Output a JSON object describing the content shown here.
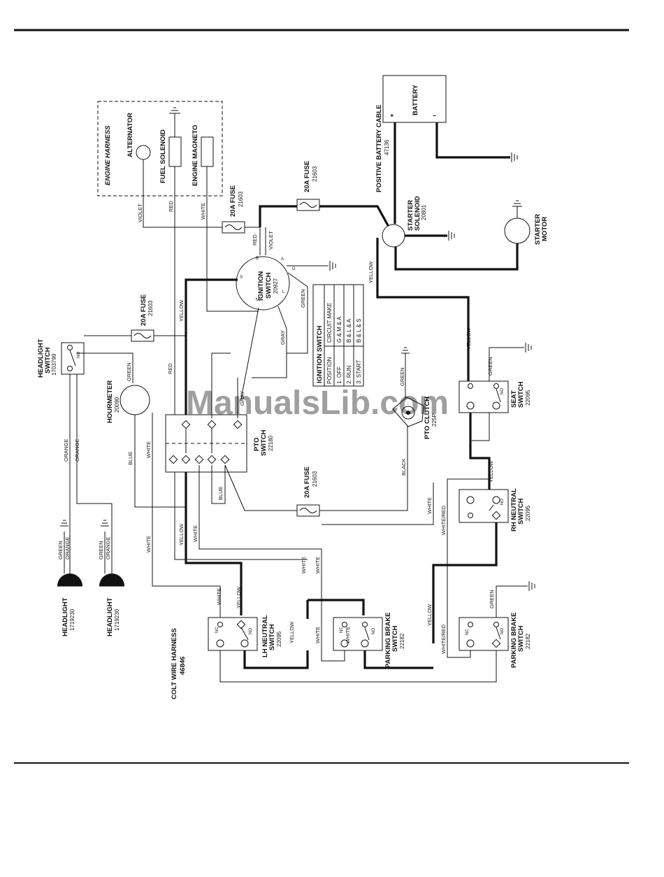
{
  "labels": {
    "engine_harness": "ENGINE HARNESS",
    "alternator": "ALTERNATOR",
    "fuel_solenoid": "FUEL SOLENOID",
    "engine_magneto": "ENGINE MAGNETO",
    "battery": "BATTERY",
    "positive_battery_cable": "POSITIVE BATTERY CABLE",
    "positive_battery_cable_num": "47136",
    "fuse": "20A FUSE",
    "fuse_num": "21603",
    "starter_solenoid": "STARTER",
    "starter_solenoid_2": "SOLENOID",
    "starter_solenoid_num": "20801",
    "starter_motor": "STARTER",
    "starter_motor_2": "MOTOR",
    "ignition_switch": "IGNITION",
    "ignition_switch_2": "SWITCH",
    "ignition_switch_num": "20927",
    "headlight_switch": "HEADLIGHT",
    "headlight_switch_2": "SWITCH",
    "headlight_switch_num": "1703799",
    "hourmeter": "HOURMETER",
    "hourmeter_num": "20090",
    "pto_switch": "PTO",
    "pto_switch_2": "SWITCH",
    "pto_switch_num": "22180",
    "pto_clutch": "PTO CLUTCH",
    "pto_clutch_num": "225P",
    "seat_switch": "SEAT",
    "seat_switch_2": "SWITCH",
    "seat_switch_num": "22095",
    "rh_neutral": "RH NEUTRAL",
    "rh_neutral_2": "SWITCH",
    "rh_neutral_num": "22095",
    "lh_neutral": "LH NEUTRAL",
    "lh_neutral_2": "SWITCH",
    "lh_neutral_num": "22095",
    "parking_brake": "PARKING BRAKE",
    "parking_brake_2": "SWITCH",
    "parking_brake_num": "22182",
    "headlight": "HEADLIGHT",
    "headlight_num": "1719230",
    "colt_harness": "COLT WIRE HARNESS",
    "colt_harness_num": "46846",
    "nc": "NC",
    "no": "NO",
    "plus": "+",
    "minus": "–",
    "term_b": "B",
    "term_a": "A",
    "term_s": "S",
    "term_m": "M",
    "term_l": "L",
    "term_g": "G",
    "watermark": "ManualsLib.com"
  },
  "wires": {
    "violet": "VIOLET",
    "red": "RED",
    "white": "WHITE",
    "yellow": "YELLOW",
    "green": "GREEN",
    "gray": "GRAY",
    "blue": "BLUE",
    "black": "BLACK",
    "orange": "ORANGE",
    "white_red": "WHITE/RED"
  },
  "ignition_table": {
    "title": "IGNITION SWITCH",
    "headers": [
      "POSITION",
      "CIRCUIT MAKE"
    ],
    "rows": [
      [
        "1. OFF",
        "G & M & A"
      ],
      [
        "2. RUN",
        "B & L & A"
      ],
      [
        "3. START",
        "B & L & S"
      ]
    ]
  },
  "colors": {
    "line": "#111111",
    "background": "#ffffff",
    "watermark": "#5b8fd6"
  }
}
